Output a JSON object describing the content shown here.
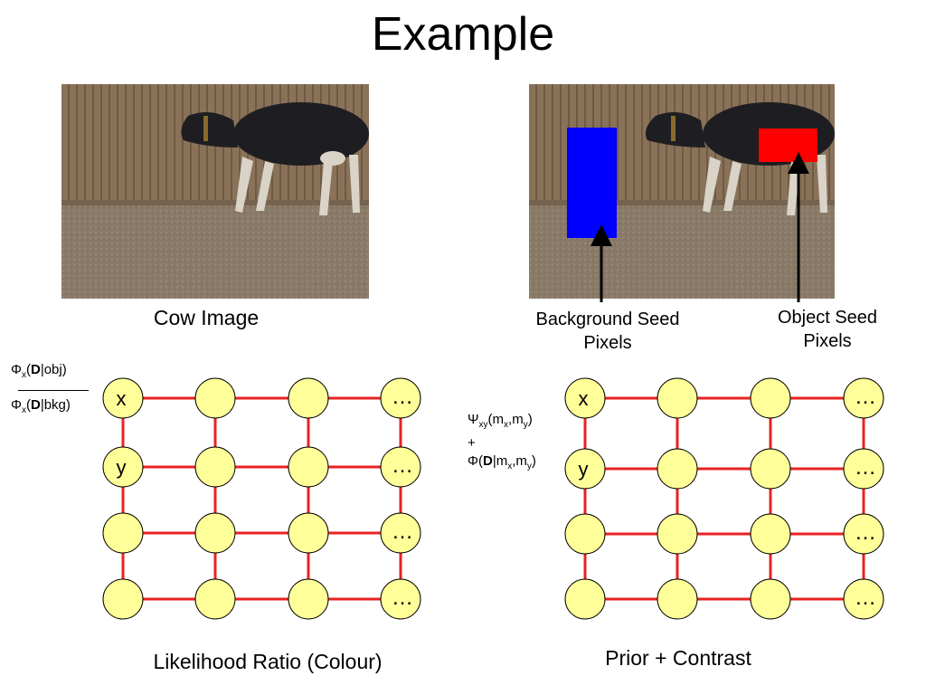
{
  "slide": {
    "title": "Example"
  },
  "left_image": {
    "caption": "Cow Image"
  },
  "right_image": {
    "background_label_line1": "Background Seed",
    "background_label_line2": "Pixels",
    "object_label_line1": "Object Seed",
    "object_label_line2": "Pixels",
    "background_seed_color": "#0000ff",
    "object_seed_color": "#ff0000"
  },
  "left_graph": {
    "caption": "Likelihood Ratio (Colour)",
    "node_x": "x",
    "node_y": "y",
    "ellipsis": "…",
    "formula": {
      "phi": "Φ",
      "sub": "x",
      "open": "(",
      "bold": "D",
      "num_rest": "|obj)",
      "den_rest": "|bkg)"
    }
  },
  "right_graph": {
    "caption": "Prior + Contrast",
    "node_x": "x",
    "node_y": "y",
    "ellipsis": "…",
    "formula": {
      "psi": "Ψ",
      "psi_sub": "xy",
      "m_open": "(m",
      "mx_sub": "x",
      "comma_m": ",m",
      "my_sub": "y",
      "close": ")",
      "plus": "+",
      "phi": "Φ",
      "open": "(",
      "bold": "D",
      "bar_m": "|m"
    }
  },
  "colors": {
    "edge": "#e8231f",
    "node_fill": "#ffff99",
    "node_stroke": "#000000",
    "arrow": "#000000"
  }
}
